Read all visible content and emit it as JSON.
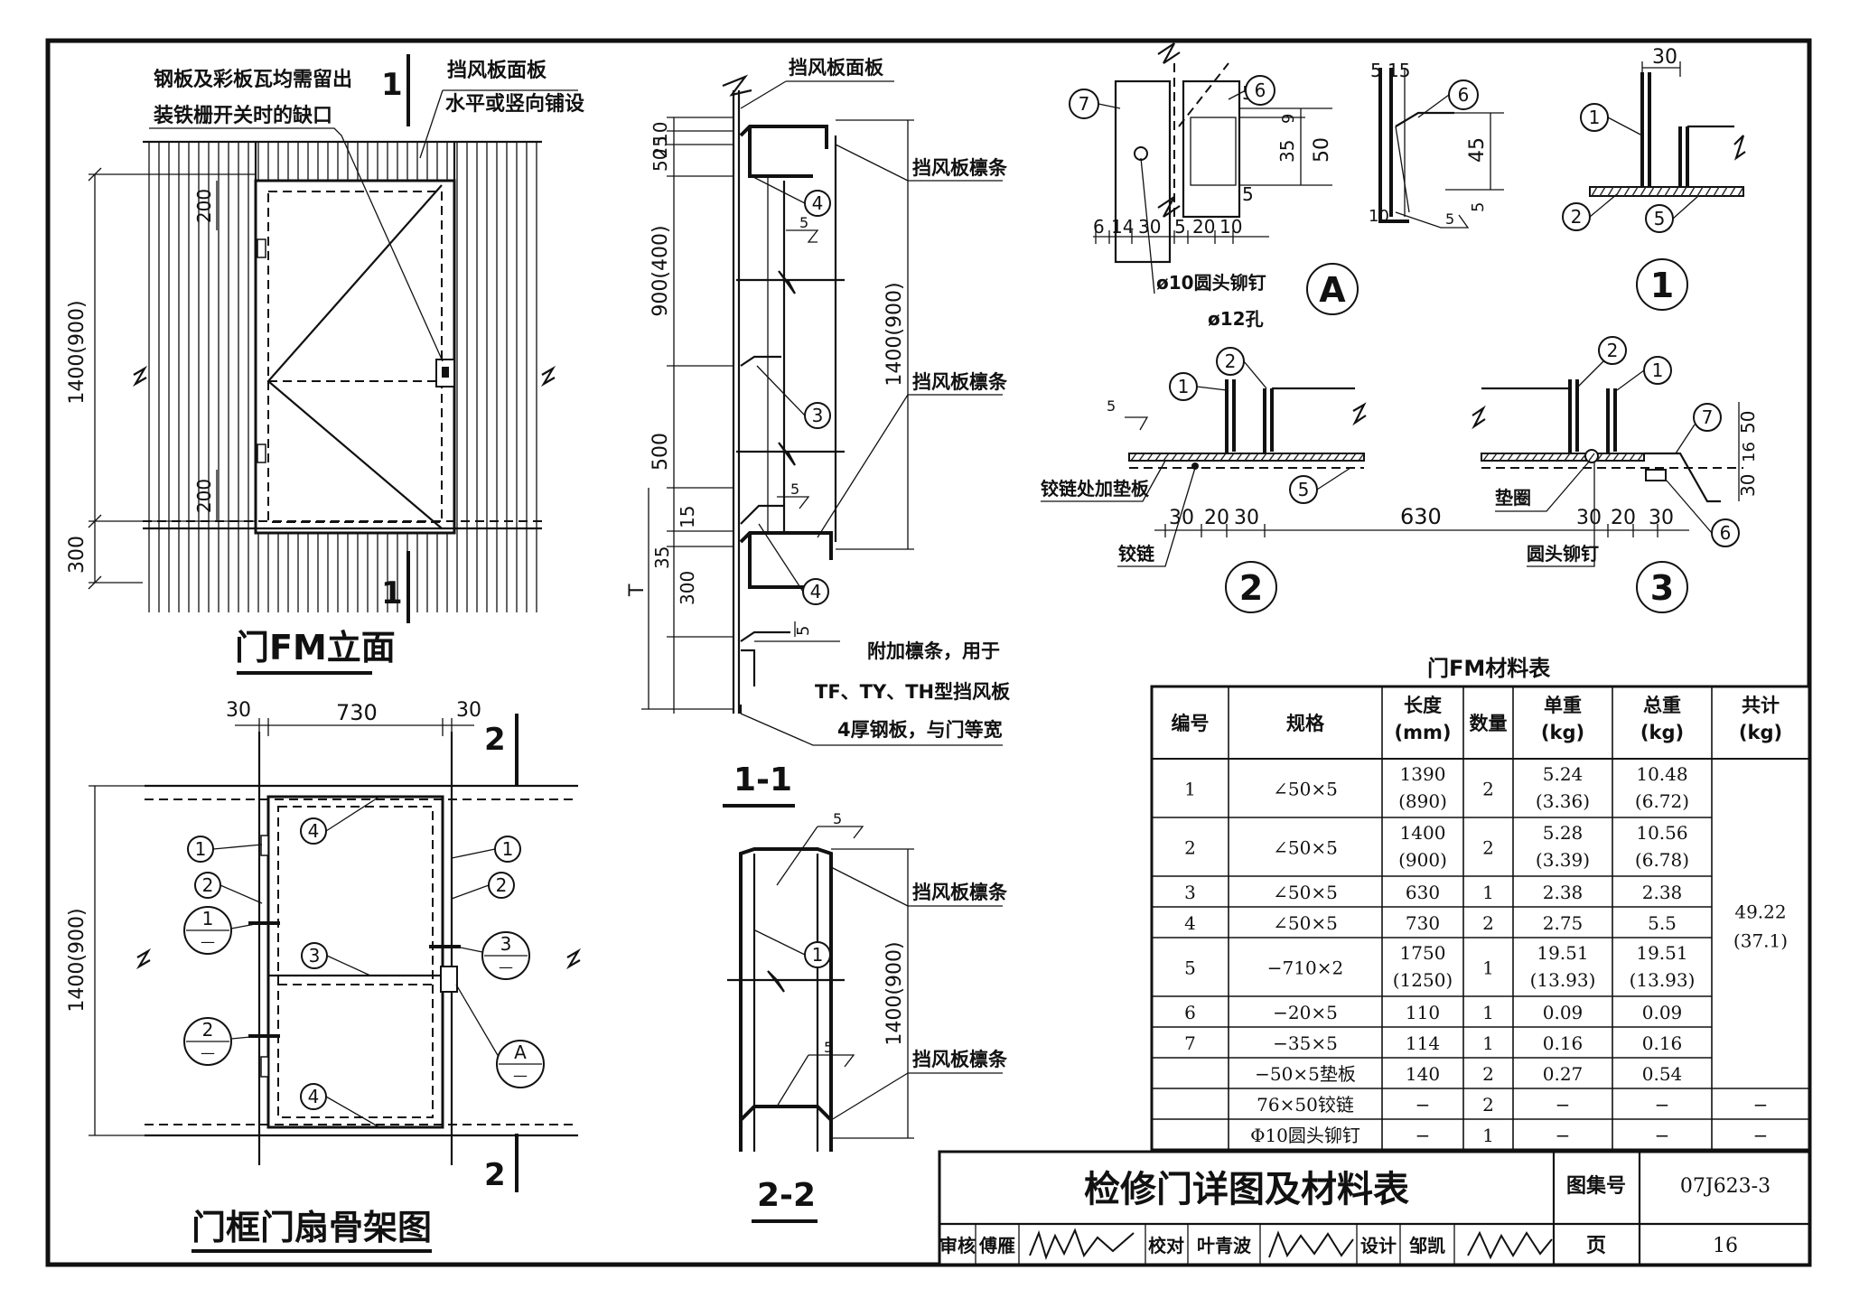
{
  "elevation": {
    "title": "门FM立面",
    "note_left_1": "钢板及彩板瓦均需留出",
    "note_left_2": "装铁栅开关时的缺口",
    "note_right_1": "挡风板面板",
    "note_right_2": "水平或竖向铺设",
    "dim_height": "1400(900)",
    "dim_200_top": "200",
    "dim_200_bottom": "200",
    "dim_300": "300",
    "section_mark": "1"
  },
  "frame": {
    "title": "门框门扇骨架图",
    "dim_30_left": "30",
    "dim_730": "730",
    "dim_30_right": "30",
    "dim_height": "1400(900)",
    "section_mark": "2",
    "callout_1": "1",
    "callout_2": "2",
    "callout_3": "3",
    "callout_4": "4",
    "detail_1": "1",
    "detail_2": "2",
    "detail_3": "3",
    "detail_A": "A",
    "detail_dash": "—"
  },
  "section11": {
    "title": "1-1",
    "label_panel": "挡风板面板",
    "label_purlin_top": "挡风板檩条",
    "label_purlin_mid": "挡风板檩条",
    "dim_10": "10",
    "dim_25": "25",
    "dim_50": "50",
    "dim_900": "900(400)",
    "dim_1400": "1400(900)",
    "dim_500": "500",
    "dim_15": "15",
    "dim_35": "35",
    "dim_300": "300",
    "dim_5": "5",
    "dim_T": "T",
    "weld_5": "5",
    "note_1": "附加檩条，用于",
    "note_2": "TF、TY、TH型挡风板",
    "note_3": "4厚钢板，与门等宽"
  },
  "section22": {
    "title": "2-2",
    "label_top": "挡风板檩条",
    "label_bottom": "挡风板檩条",
    "dim_1400": "1400(900)",
    "weld_5": "5"
  },
  "detailA": {
    "mark": "A",
    "dims_bottom": [
      "6",
      "14",
      "30",
      "5",
      "20",
      "10"
    ],
    "dim_5_top": "5",
    "dim_9": "9",
    "dim_35": "35",
    "dim_50": "50",
    "dim_5_bottom": "5",
    "rivet": "ø10圆头铆钉",
    "hole": "ø12孔"
  },
  "detailA_side": {
    "dim_5": "5",
    "dim_15": "15",
    "dim_45": "45",
    "dim_5b": "5",
    "dim_10": "10",
    "weld_5": "5"
  },
  "detail1": {
    "mark": "1",
    "dim_30": "30"
  },
  "detail2": {
    "mark": "2",
    "weld_5": "5",
    "label_pad": "铰链处加垫板",
    "label_hinge": "铰链",
    "dims": [
      "30",
      "20",
      "30"
    ],
    "dim_630": "630"
  },
  "detail3": {
    "mark": "3",
    "label_washer": "垫圈",
    "label_rivet": "圆头铆钉",
    "dims": [
      "30",
      "20",
      "30"
    ],
    "dim_50": "50",
    "dim_16": "16",
    "dim_30": "30"
  },
  "table": {
    "title": "门FM材料表",
    "headers": [
      "编号",
      "规格",
      "长度\n(mm)",
      "数量",
      "单重\n(kg)",
      "总重\n(kg)",
      "共计\n(kg)"
    ],
    "header_lines": [
      [
        "编号"
      ],
      [
        "规格"
      ],
      [
        "长度",
        "(mm)"
      ],
      [
        "数量"
      ],
      [
        "单重",
        "(kg)"
      ],
      [
        "总重",
        "(kg)"
      ],
      [
        "共计",
        "(kg)"
      ]
    ],
    "rows": [
      {
        "no": "1",
        "spec": "∠50×5",
        "len": [
          "1390",
          "(890)"
        ],
        "qty": "2",
        "unit": [
          "5.24",
          "(3.36)"
        ],
        "total": [
          "10.48",
          "(6.72)"
        ]
      },
      {
        "no": "2",
        "spec": "∠50×5",
        "len": [
          "1400",
          "(900)"
        ],
        "qty": "2",
        "unit": [
          "5.28",
          "(3.39)"
        ],
        "total": [
          "10.56",
          "(6.78)"
        ]
      },
      {
        "no": "3",
        "spec": "∠50×5",
        "len": [
          "630"
        ],
        "qty": "1",
        "unit": [
          "2.38"
        ],
        "total": [
          "2.38"
        ]
      },
      {
        "no": "4",
        "spec": "∠50×5",
        "len": [
          "730"
        ],
        "qty": "2",
        "unit": [
          "2.75"
        ],
        "total": [
          "5.5"
        ]
      },
      {
        "no": "5",
        "spec": "−710×2",
        "len": [
          "1750",
          "(1250)"
        ],
        "qty": "1",
        "unit": [
          "19.51",
          "(13.93)"
        ],
        "total": [
          "19.51",
          "(13.93)"
        ]
      },
      {
        "no": "6",
        "spec": "−20×5",
        "len": [
          "110"
        ],
        "qty": "1",
        "unit": [
          "0.09"
        ],
        "total": [
          "0.09"
        ]
      },
      {
        "no": "7",
        "spec": "−35×5",
        "len": [
          "114"
        ],
        "qty": "1",
        "unit": [
          "0.16"
        ],
        "total": [
          "0.16"
        ]
      },
      {
        "no": "",
        "spec": "−50×5垫板",
        "len": [
          "140"
        ],
        "qty": "2",
        "unit": [
          "0.27"
        ],
        "total": [
          "0.54"
        ]
      },
      {
        "no": "",
        "spec": "76×50铰链",
        "len": [
          "−"
        ],
        "qty": "2",
        "unit": [
          "−"
        ],
        "total": [
          "−"
        ],
        "sum": "−"
      },
      {
        "no": "",
        "spec": "Φ10圆头铆钉",
        "len": [
          "−"
        ],
        "qty": "1",
        "unit": [
          "−"
        ],
        "total": [
          "−"
        ],
        "sum": "−"
      }
    ],
    "grand_total": [
      "49.22",
      "(37.1)"
    ]
  },
  "titleblock": {
    "title": "检修门详图及材料表",
    "atlas_label": "图集号",
    "atlas_no": "07J623-3",
    "review_label": "审核",
    "reviewer": "傅雁",
    "check_label": "校对",
    "checker": "叶青波",
    "design_label": "设计",
    "designer": "邹凯",
    "page_label": "页",
    "page_no": "16"
  }
}
